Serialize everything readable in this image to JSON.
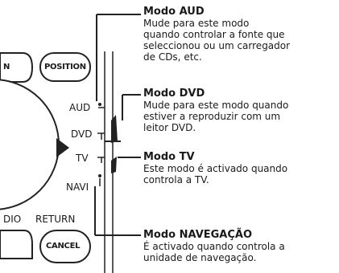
{
  "remote": {
    "buttons": {
      "partial_left": "N",
      "position": "POSITION",
      "cancel": "CANCEL"
    },
    "labels": {
      "aud": "AUD",
      "dvd": "DVD",
      "tv": "TV",
      "navi": "NAVI",
      "dio": "DIO",
      "return": "RETURN"
    }
  },
  "modes": [
    {
      "title": "Modo AUD",
      "lines": [
        "Mude para este modo",
        "quando controlar a fonte que",
        "seleccionou ou um carregador",
        "de CDs, etc."
      ]
    },
    {
      "title": "Modo DVD",
      "lines": [
        "Mude para este modo quando",
        "estiver a reproduzir com um",
        "leitor DVD."
      ]
    },
    {
      "title": "Modo TV",
      "lines": [
        "Este modo é activado quando",
        "controla a TV."
      ]
    },
    {
      "title": "Modo NAVEGAÇÃO",
      "lines": [
        "É activado quando controla a",
        "unidade de navegação."
      ]
    }
  ]
}
